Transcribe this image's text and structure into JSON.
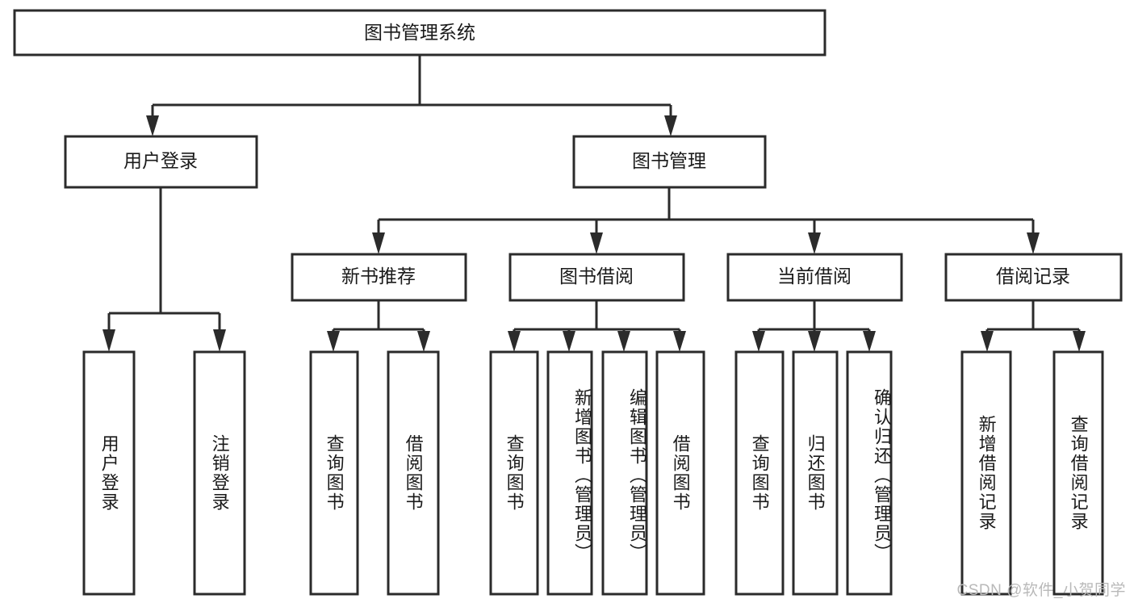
{
  "diagram": {
    "title": "图书管理系统",
    "type": "tree-hierarchy-diagram",
    "root": {
      "label": "图书管理系统"
    },
    "level2": [
      {
        "label": "用户登录"
      },
      {
        "label": "图书管理"
      }
    ],
    "level3": [
      {
        "label": "新书推荐"
      },
      {
        "label": "图书借阅"
      },
      {
        "label": "当前借阅"
      },
      {
        "label": "借阅记录"
      }
    ],
    "leaves": [
      {
        "label": "用户登录",
        "parent": "用户登录"
      },
      {
        "label": "注销登录",
        "parent": "用户登录"
      },
      {
        "label": "查询图书",
        "parent": "新书推荐"
      },
      {
        "label": "借阅图书",
        "parent": "新书推荐"
      },
      {
        "label": "查询图书",
        "parent": "图书借阅"
      },
      {
        "label": "新增图书（管理员）",
        "parent": "图书借阅"
      },
      {
        "label": "编辑图书（管理员）",
        "parent": "图书借阅"
      },
      {
        "label": "借阅图书",
        "parent": "图书借阅"
      },
      {
        "label": "查询图书",
        "parent": "当前借阅"
      },
      {
        "label": "归还图书",
        "parent": "当前借阅"
      },
      {
        "label": "确认归还（管理员）",
        "parent": "当前借阅"
      },
      {
        "label": "新增借阅记录",
        "parent": "借阅记录"
      },
      {
        "label": "查询借阅记录",
        "parent": "借阅记录"
      }
    ]
  },
  "watermark": {
    "text": "CSDN @软件_小贺同学"
  },
  "colors": {
    "stroke": "#2b2b2b",
    "fill": "#ffffff",
    "text": "#1a1a1a",
    "watermark": "#b9b9b9"
  }
}
